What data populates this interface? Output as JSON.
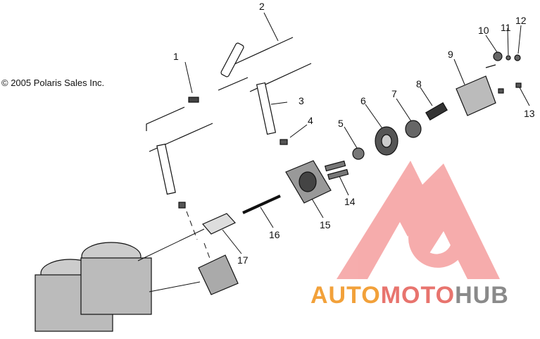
{
  "diagram": {
    "copyright": "© 2005 Polaris Sales Inc.",
    "callouts": [
      {
        "id": "1",
        "label": "1"
      },
      {
        "id": "2",
        "label": "2"
      },
      {
        "id": "3",
        "label": "3"
      },
      {
        "id": "4",
        "label": "4"
      },
      {
        "id": "5",
        "label": "5"
      },
      {
        "id": "6",
        "label": "6"
      },
      {
        "id": "7",
        "label": "7"
      },
      {
        "id": "8",
        "label": "8"
      },
      {
        "id": "9",
        "label": "9"
      },
      {
        "id": "10",
        "label": "10"
      },
      {
        "id": "11",
        "label": "11"
      },
      {
        "id": "12",
        "label": "12"
      },
      {
        "id": "13",
        "label": "13"
      },
      {
        "id": "14",
        "label": "14"
      },
      {
        "id": "15",
        "label": "15"
      },
      {
        "id": "16",
        "label": "16"
      },
      {
        "id": "17",
        "label": "17"
      }
    ]
  },
  "watermark": {
    "part1": "AUTO",
    "part2": "MOTO",
    "part3": "HUB",
    "color_orange": "#f2a13a",
    "color_red": "#e8746e",
    "color_gray": "#8a8a8a"
  }
}
